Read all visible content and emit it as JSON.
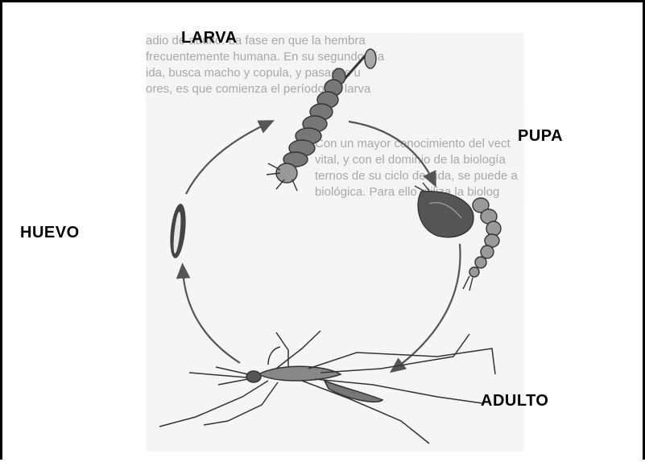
{
  "stages": {
    "larva": "LARVA",
    "pupa": "PUPA",
    "huevo": "HUEVO",
    "adulto": "ADULTO"
  },
  "background_text": {
    "para1": [
      "adio de adulto. La fase en que la hembra",
      "frecuentemente humana. En su segundo día",
      "ida, busca macho y copula, y pasados u",
      "ores, es que comienza el período de larva"
    ],
    "para2": [
      "Con un mayor conocimiento del vect",
      "vital, y con el dominio de la biología",
      "ternos de su ciclo de vida, se puede a",
      "biológica. Para ello utiliza la biolog"
    ]
  },
  "colors": {
    "arrow": "#555555",
    "drawing": "#3a3a3a",
    "label": "#000000"
  }
}
